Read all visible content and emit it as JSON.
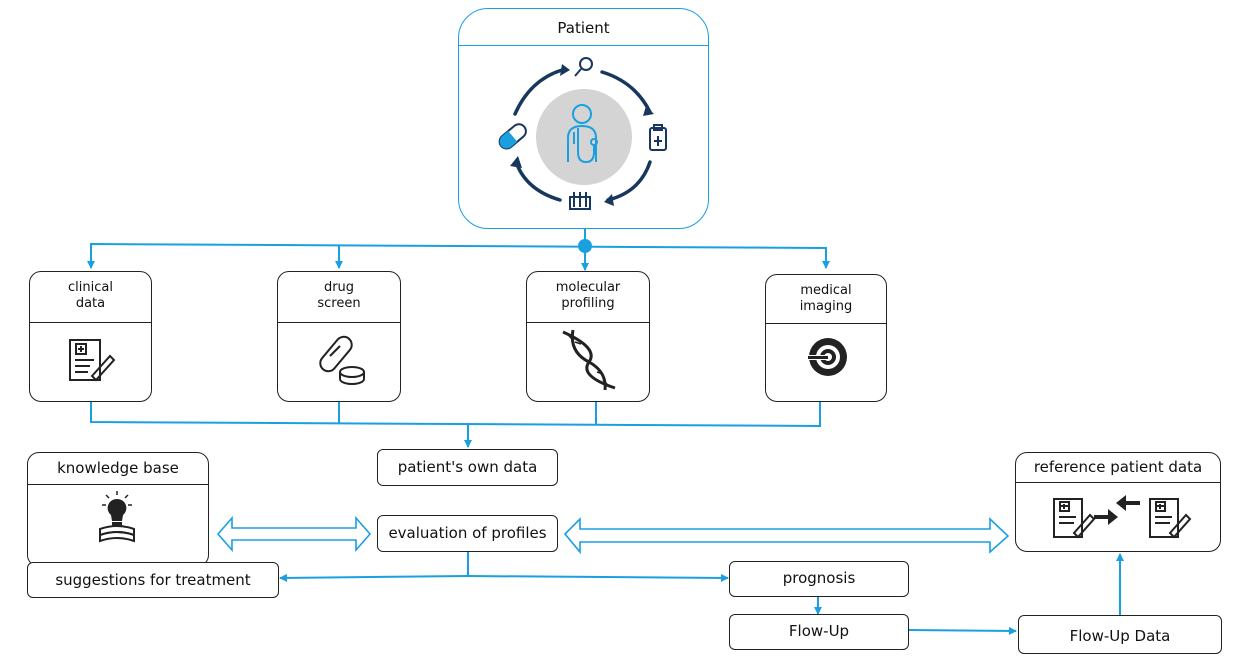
{
  "patient": {
    "title": "Patient"
  },
  "sources": [
    {
      "line1": "clinical",
      "line2": "data",
      "icon": "clinical-record-icon"
    },
    {
      "line1": "drug",
      "line2": "screen",
      "icon": "pills-icon"
    },
    {
      "line1": "molecular",
      "line2": "profiling",
      "icon": "dna-icon"
    },
    {
      "line1": "medical",
      "line2": "imaging",
      "icon": "imaging-scanner-icon"
    }
  ],
  "nodes": {
    "own_data": "patient's own data",
    "knowledge_base": "knowledge base",
    "evaluation": "evaluation of profiles",
    "reference": "reference patient data",
    "suggestions": "suggestions for treatment",
    "prognosis": "prognosis",
    "flow_up": "Flow-Up",
    "flow_up_data": "Flow-Up Data"
  },
  "colors": {
    "accent": "#1aa0e0",
    "dark_navy": "#17375e",
    "stroke": "#222222",
    "circle_gray": "#d4d4d4"
  }
}
